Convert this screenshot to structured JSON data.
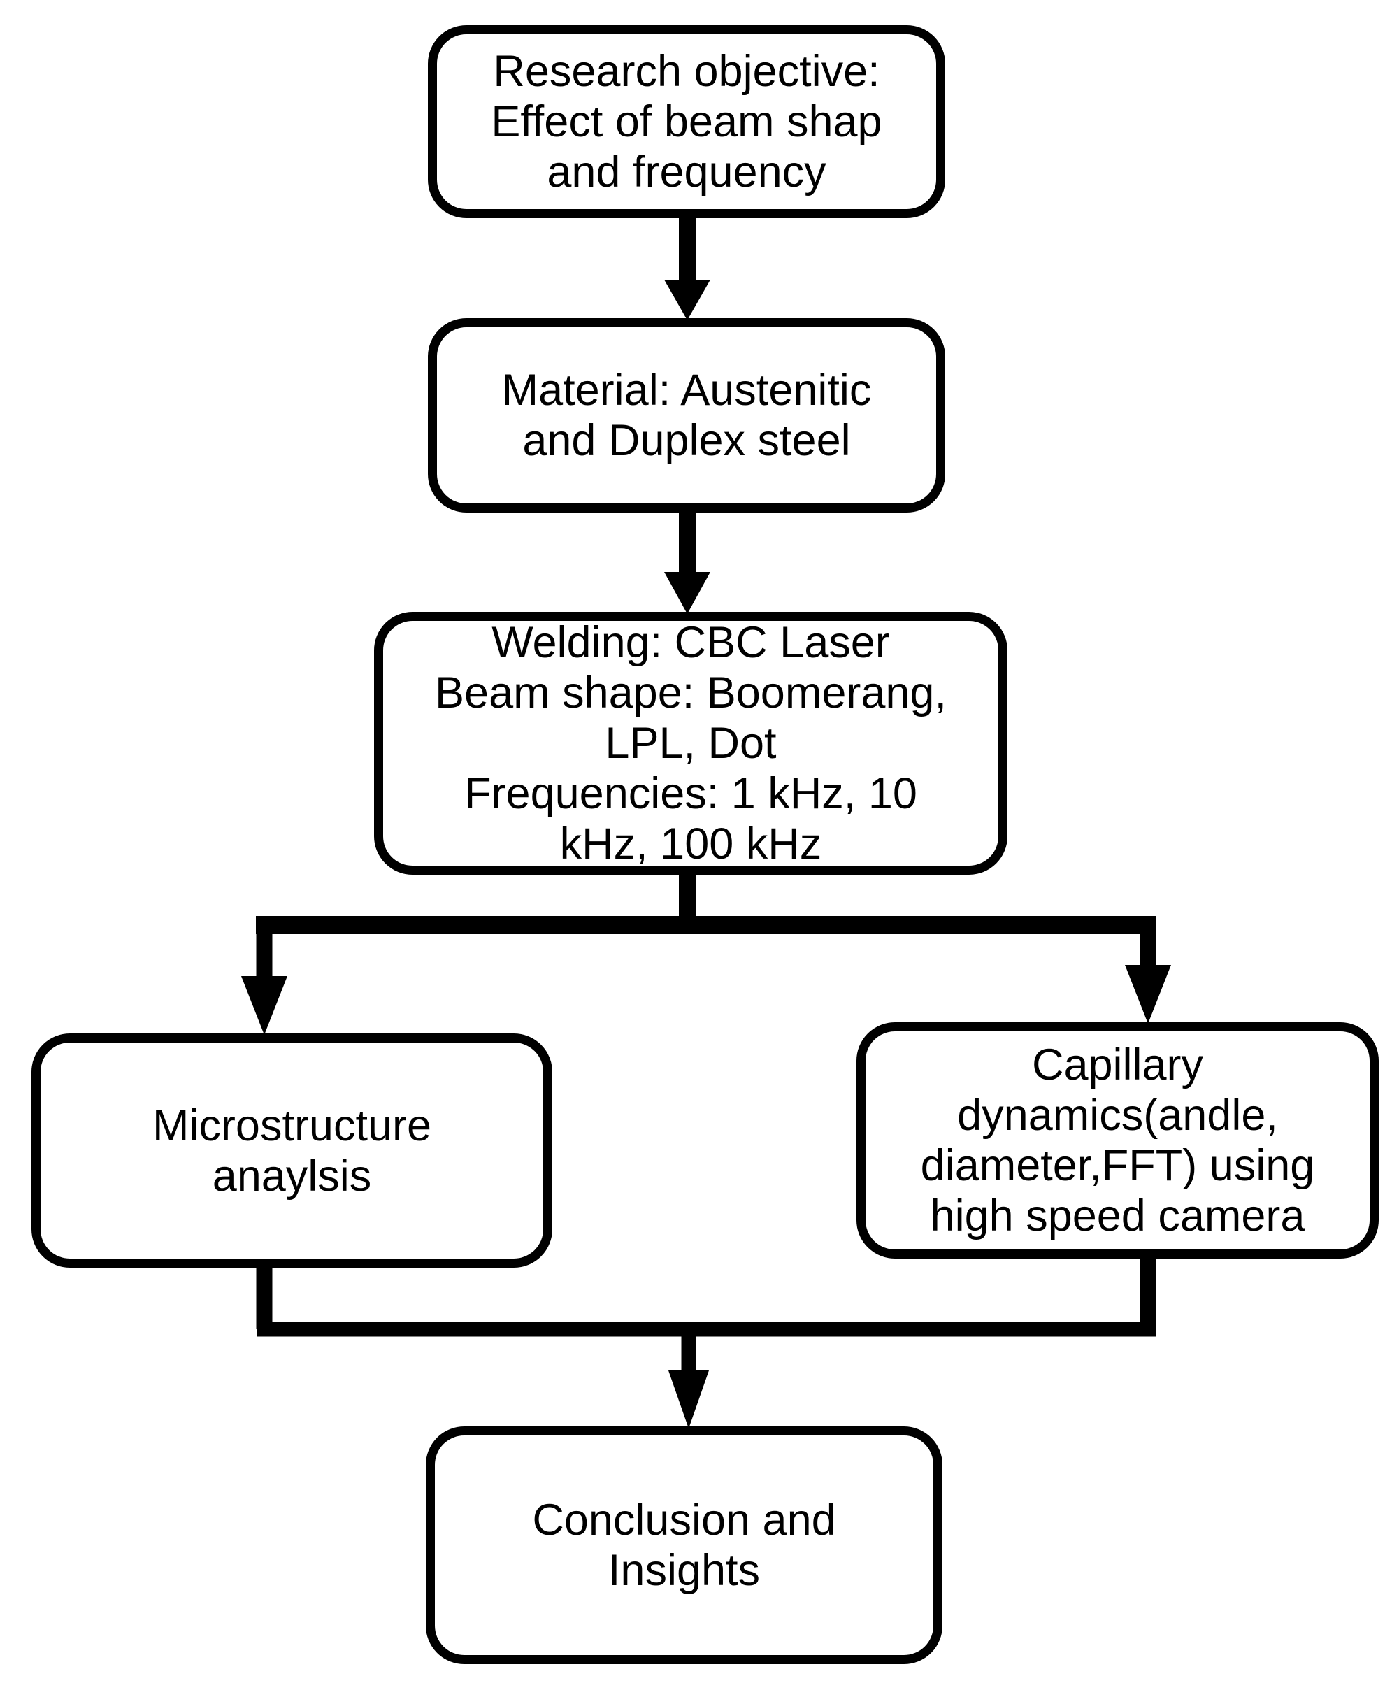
{
  "colors": {
    "ink": "#000000",
    "background": "#ffffff"
  },
  "flowchart": {
    "nodes": {
      "research": {
        "text": "Research objective:\nEffect of beam shap\nand frequency"
      },
      "material": {
        "text": "Material: Austenitic\nand Duplex steel"
      },
      "welding": {
        "text": "Welding: CBC Laser\nBeam shape: Boomerang,\nLPL, Dot\nFrequencies: 1 kHz, 10\nkHz, 100 kHz"
      },
      "microstructure": {
        "text": "Microstructure\nanaylsis"
      },
      "capillary": {
        "text": "Capillary\ndynamics(andle,\ndiameter,FFT) using\nhigh speed camera"
      },
      "conclusion": {
        "text": "Conclusion and\nInsights"
      }
    }
  }
}
